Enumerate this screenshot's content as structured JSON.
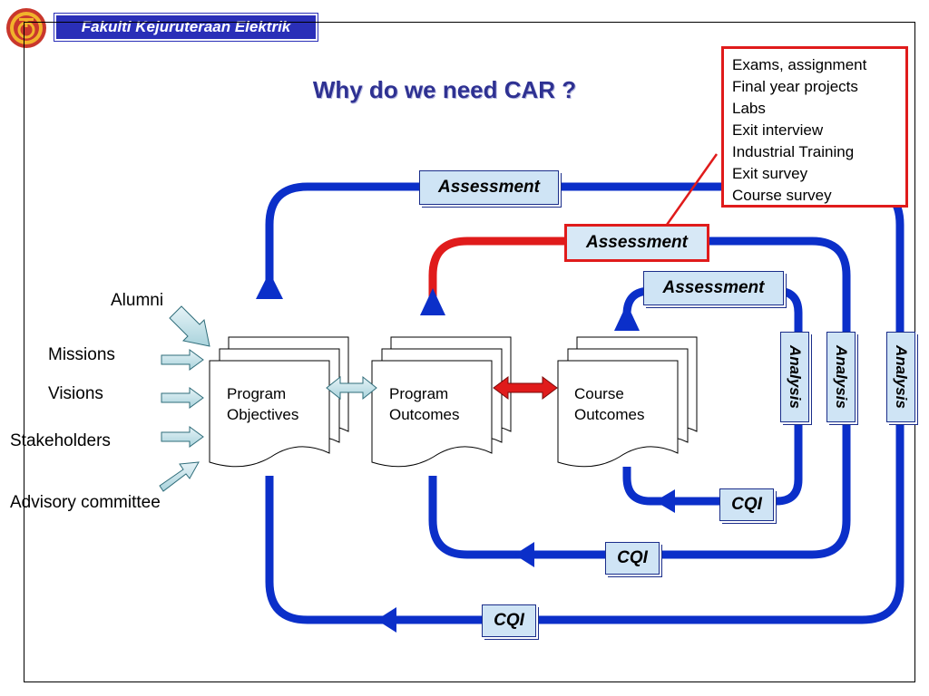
{
  "header": {
    "org": "Fakulti Kejuruteraan Elektrik"
  },
  "title": "Why do we need CAR ?",
  "assessment_sources": [
    "Exams, assignment",
    "Final year projects",
    "Labs",
    "Exit interview",
    "Industrial Training",
    "Exit survey",
    "Course survey"
  ],
  "inputs": [
    "Alumni",
    "Missions",
    "Visions",
    "Stakeholders",
    "Advisory committee"
  ],
  "documents": {
    "program_objectives": [
      "Program",
      "Objectives"
    ],
    "program_outcomes": [
      "Program",
      "Outcomes"
    ],
    "course_outcomes": [
      "Course",
      "Outcomes"
    ]
  },
  "loops": {
    "outer": {
      "assessment": "Assessment",
      "analysis": "Analysis",
      "cqi": "CQI"
    },
    "middle": {
      "assessment": "Assessment",
      "analysis": "Analysis",
      "cqi": "CQI"
    },
    "inner": {
      "assessment": "Assessment",
      "analysis": "Analysis",
      "cqi": "CQI"
    }
  },
  "colors": {
    "loop_blue": "#0b2fc9",
    "highlight_red": "#e01b1b",
    "tag_fill": "#cfe4f5",
    "title_blue": "#2e3192",
    "header_blue": "#2a2fb8"
  }
}
